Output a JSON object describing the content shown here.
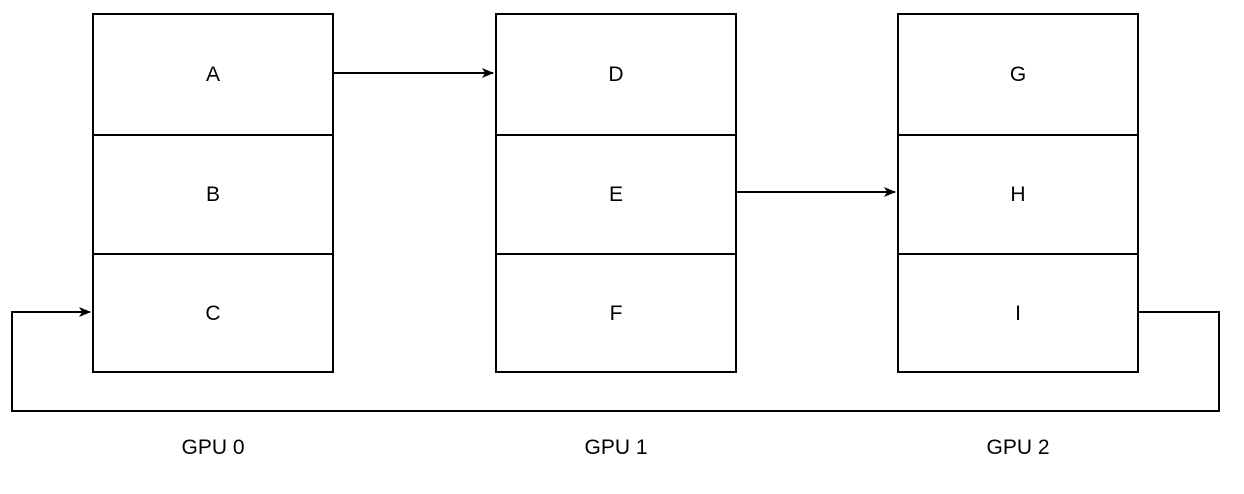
{
  "gpus": [
    {
      "label": "GPU 0",
      "blocks": [
        "A",
        "B",
        "C"
      ]
    },
    {
      "label": "GPU 1",
      "blocks": [
        "D",
        "E",
        "F"
      ]
    },
    {
      "label": "GPU 2",
      "blocks": [
        "G",
        "H",
        "I"
      ]
    }
  ],
  "connections": [
    {
      "from": "A",
      "to": "D"
    },
    {
      "from": "E",
      "to": "H"
    },
    {
      "from": "I",
      "to": "C"
    }
  ]
}
